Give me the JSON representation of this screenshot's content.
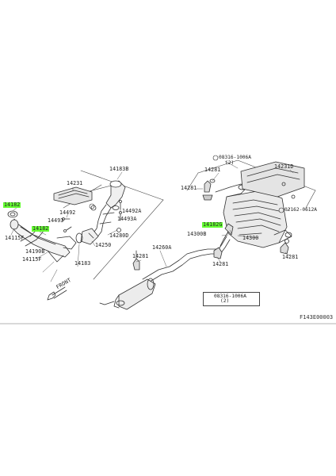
{
  "diagram": {
    "drawing_code": "F143E00003",
    "front_label": "FRONT",
    "highlight_color": "#66ff33",
    "parts": [
      {
        "id": "p14182_left",
        "label": "14182"
      },
      {
        "id": "p14182_mid",
        "label": "14182"
      },
      {
        "id": "p14182_right",
        "label": "14182G"
      },
      {
        "id": "p14231",
        "label": "14231"
      },
      {
        "id": "p14183B",
        "label": "14183B"
      },
      {
        "id": "p14492",
        "label": "14492"
      },
      {
        "id": "p14493",
        "label": "14493"
      },
      {
        "id": "p14492A",
        "label": "14492A"
      },
      {
        "id": "p14493A",
        "label": "14493A"
      },
      {
        "id": "p14280D",
        "label": "14280D"
      },
      {
        "id": "p14115F_a",
        "label": "14115F"
      },
      {
        "id": "p14190B",
        "label": "14190B"
      },
      {
        "id": "p14115F_b",
        "label": "14115F"
      },
      {
        "id": "p14183",
        "label": "14183"
      },
      {
        "id": "p14250",
        "label": "14250"
      },
      {
        "id": "p14281_a",
        "label": "14281"
      },
      {
        "id": "p14260A",
        "label": "14260A"
      },
      {
        "id": "p14281_b",
        "label": "14281"
      },
      {
        "id": "p14281_c",
        "label": "14281"
      },
      {
        "id": "p14281_d",
        "label": "14281"
      },
      {
        "id": "p14300B",
        "label": "14300B"
      },
      {
        "id": "p14300",
        "label": "14300"
      },
      {
        "id": "p14281_e",
        "label": "14281"
      },
      {
        "id": "p14231D",
        "label": "14231D"
      },
      {
        "id": "p14281_f",
        "label": "14281"
      }
    ],
    "bolt_notes": [
      {
        "id": "note_top",
        "code": "08316-1006A",
        "qty": "(2)"
      },
      {
        "id": "note_mid",
        "code": "02162-0612A",
        "qty": ""
      },
      {
        "id": "note_box",
        "code": "08316-1006A",
        "qty": "(2)"
      }
    ]
  }
}
